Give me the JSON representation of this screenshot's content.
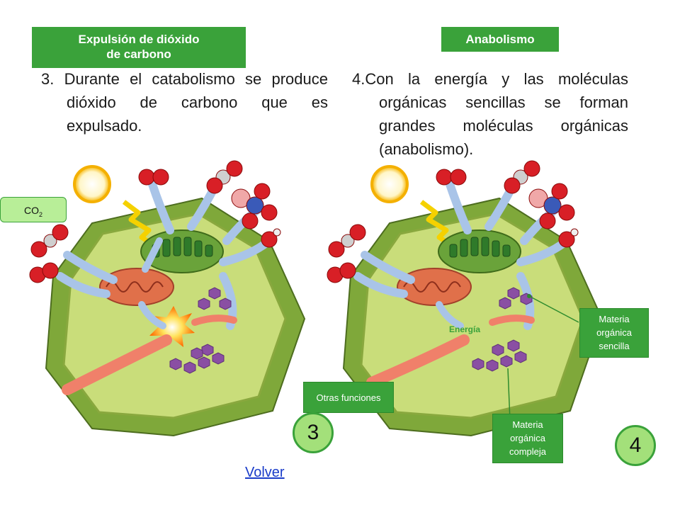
{
  "header_left": {
    "line1": "Expulsión de dióxido",
    "line2": "de carbono"
  },
  "header_right": "Anabolismo",
  "paragraph_left": "3. Durante el catabolismo se produce dióxido de carbono que es expulsado.",
  "paragraph_right": "4.Con la energía y las moléculas orgánicas sencillas se forman grandes moléculas orgánicas (anabolismo).",
  "co2_label": {
    "main": "CO",
    "sub": "2"
  },
  "energia_label": "Energía",
  "otras_funciones": "Otras funciones",
  "materia_sencilla": {
    "line1": "Materia",
    "line2": "orgánica",
    "line3": "sencilla"
  },
  "materia_compleja": {
    "line1": "Materia",
    "line2": "orgánica",
    "line3": "compleja"
  },
  "badge_left": "3",
  "badge_right": "4",
  "volver_link": "Volver",
  "colors": {
    "accent_green": "#3aa23a",
    "badge_fill": "#a3e07a",
    "link": "#1a3cc9"
  }
}
